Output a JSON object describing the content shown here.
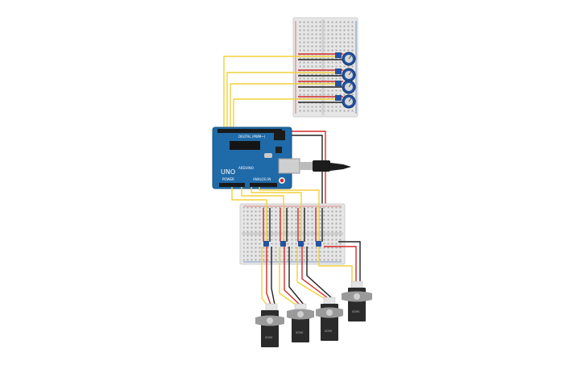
{
  "board": {
    "logo_text": "UNO",
    "brand_text": "ARDUINO",
    "power_text": "POWER",
    "analog_text": "ANALOG IN",
    "digital_text": "DIGITAL (PWM~)"
  },
  "servos": {
    "model_label": "SG90"
  },
  "colors": {
    "signal_wire": "#f2d13a",
    "power_wire": "#d42a2a",
    "ground_wire": "#222222",
    "board": "#1f6aa8",
    "breadboard": "#e6e6e6",
    "potentiometer": "#2352a0",
    "servo_body": "#2b2b2b",
    "servo_horn": "#9a9a9a"
  }
}
